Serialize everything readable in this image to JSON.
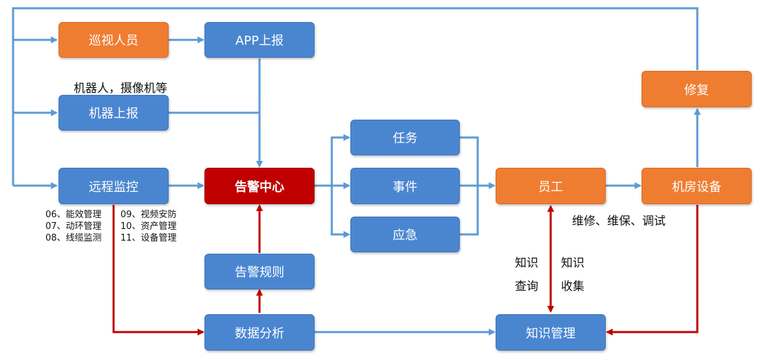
{
  "nodes": {
    "patrol": "巡视人员",
    "app_report": "APP上报",
    "robot_report": "机器上报",
    "remote_monitor": "远程监控",
    "alarm_center": "告警中心",
    "alarm_rules": "告警规则",
    "data_analysis": "数据分析",
    "task": "任务",
    "event": "事件",
    "emergency": "应急",
    "staff": "员工",
    "repair": "修复",
    "room_equipment": "机房设备",
    "knowledge_mgmt": "知识管理"
  },
  "labels": {
    "robots_cameras": "机器人，摄像机等",
    "monitor_list_left": [
      "06、能效管理",
      "07、动环管理",
      "08、线缆监测"
    ],
    "monitor_list_right": [
      "09、视频安防",
      "10、资产管理",
      "11、设备管理"
    ],
    "maintenance": "维修、维保、调试",
    "knowledge_query": [
      "知识",
      "查询"
    ],
    "knowledge_collect": [
      "知识",
      "收集"
    ]
  },
  "colors": {
    "blue_box": "#4a86d0",
    "orange_box": "#ef7d31",
    "red_box": "#c00000",
    "blue_line": "#5b9bd5",
    "red_line": "#c00000"
  }
}
